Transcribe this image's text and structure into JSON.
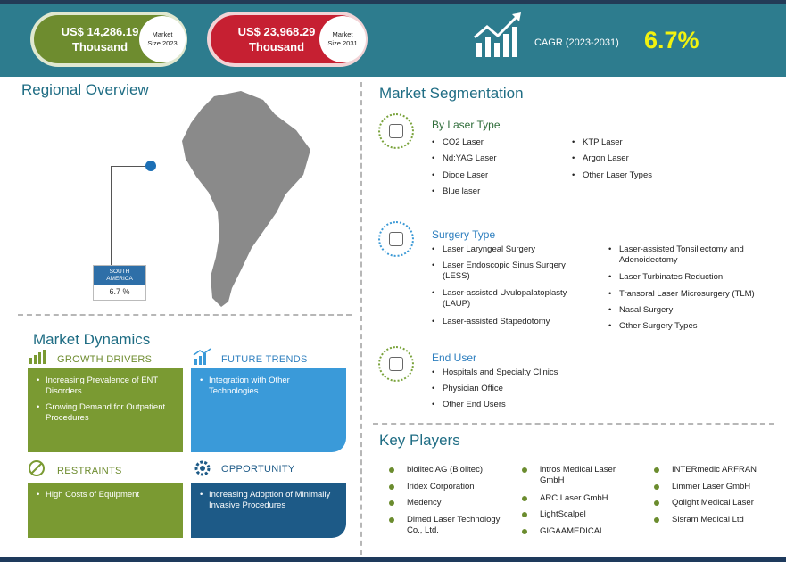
{
  "header": {
    "market_2023": {
      "value": "US$ 14,286.19",
      "unit": "Thousand",
      "circle_top": "Market",
      "circle_bottom": "Size 2023",
      "color": "#6e8c2f"
    },
    "market_2031": {
      "value": "US$ 23,968.29",
      "unit": "Thousand",
      "circle_top": "Market",
      "circle_bottom": "Size 2031",
      "color": "#c62032"
    },
    "cagr_label": "CAGR (2023-2031)",
    "cagr_value": "6.7%"
  },
  "regional": {
    "title": "Regional Overview",
    "region_line1": "SOUTH",
    "region_line2": "AMERICA",
    "region_value": "6.7 %"
  },
  "dynamics": {
    "title": "Market Dynamics",
    "growth_drivers": {
      "label": "GROWTH DRIVERS",
      "items": [
        "Increasing Prevalence of ENT Disorders",
        "Growing Demand for Outpatient Procedures"
      ]
    },
    "future_trends": {
      "label": "FUTURE TRENDS",
      "items": [
        "Integration with Other Technologies"
      ]
    },
    "restraints": {
      "label": "RESTRAINTS",
      "items": [
        "High Costs of Equipment"
      ]
    },
    "opportunity": {
      "label": "OPPORTUNITY",
      "items": [
        "Increasing Adoption of Minimally Invasive Procedures"
      ]
    }
  },
  "segmentation": {
    "title": "Market Segmentation",
    "laser_type": {
      "title": "By Laser Type",
      "col1": [
        "CO2 Laser",
        "Nd:YAG Laser",
        "Diode Laser",
        "Blue laser"
      ],
      "col2": [
        "KTP Laser",
        "Argon Laser",
        "Other Laser Types"
      ]
    },
    "surgery_type": {
      "title": "Surgery Type",
      "col1": [
        "Laser Laryngeal Surgery",
        "Laser Endoscopic Sinus Surgery (LESS)",
        "Laser-assisted Uvulopalatoplasty (LAUP)",
        "Laser-assisted Stapedotomy"
      ],
      "col2": [
        "Laser-assisted Tonsillectomy and Adenoidectomy",
        "Laser Turbinates Reduction",
        "Transoral Laser Microsurgery (TLM)",
        "Nasal Surgery",
        "Other Surgery Types"
      ]
    },
    "end_user": {
      "title": "End User",
      "col1": [
        "Hospitals and Specialty Clinics",
        "Physician Office",
        "Other End Users"
      ]
    }
  },
  "key_players": {
    "title": "Key Players",
    "col1": [
      "biolitec AG (Biolitec)",
      "Iridex Corporation",
      "Medency",
      "Dimed Laser Technology Co., Ltd."
    ],
    "col2": [
      "intros Medical Laser GmbH",
      "ARC Laser GmbH",
      "LightScalpel",
      "GIGAAMEDICAL"
    ],
    "col3": [
      "INTERmedic ARFRAN",
      "Limmer Laser GmbH",
      "Qolight Medical Laser",
      "Sisram Medical Ltd"
    ]
  },
  "colors": {
    "header_bg": "#2d7c8e",
    "green": "#7a9a32",
    "blue": "#3a9ad9",
    "navy": "#1d5a87",
    "heading": "#1f6d84"
  }
}
